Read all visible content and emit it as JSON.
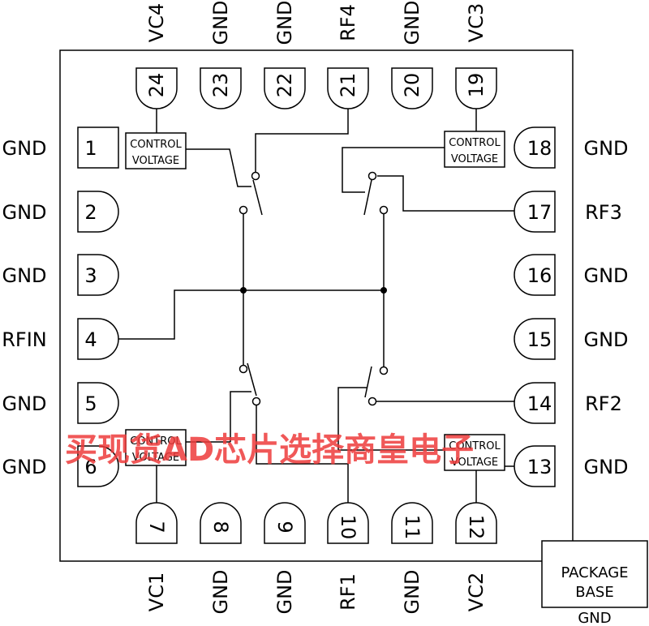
{
  "pins": [
    {
      "num": "1",
      "name": "GND"
    },
    {
      "num": "2",
      "name": "GND"
    },
    {
      "num": "3",
      "name": "GND"
    },
    {
      "num": "4",
      "name": "RFIN"
    },
    {
      "num": "5",
      "name": "GND"
    },
    {
      "num": "6",
      "name": "GND"
    },
    {
      "num": "7",
      "name": "VC1"
    },
    {
      "num": "8",
      "name": "GND"
    },
    {
      "num": "9",
      "name": "GND"
    },
    {
      "num": "10",
      "name": "RF1"
    },
    {
      "num": "11",
      "name": "GND"
    },
    {
      "num": "12",
      "name": "VC2"
    },
    {
      "num": "13",
      "name": "GND"
    },
    {
      "num": "14",
      "name": "RF2"
    },
    {
      "num": "15",
      "name": "GND"
    },
    {
      "num": "16",
      "name": "GND"
    },
    {
      "num": "17",
      "name": "RF3"
    },
    {
      "num": "18",
      "name": "GND"
    },
    {
      "num": "19",
      "name": "VC3"
    },
    {
      "num": "20",
      "name": "GND"
    },
    {
      "num": "21",
      "name": "RF4"
    },
    {
      "num": "22",
      "name": "GND"
    },
    {
      "num": "23",
      "name": "GND"
    },
    {
      "num": "24",
      "name": "VC4"
    }
  ],
  "control_voltage": {
    "line1": "CONTROL",
    "line2": "VOLTAGE"
  },
  "package_base": {
    "line1": "PACKAGE",
    "line2": "BASE",
    "pin": "GND"
  },
  "watermark": "买现货AD芯片选择商皇电子"
}
